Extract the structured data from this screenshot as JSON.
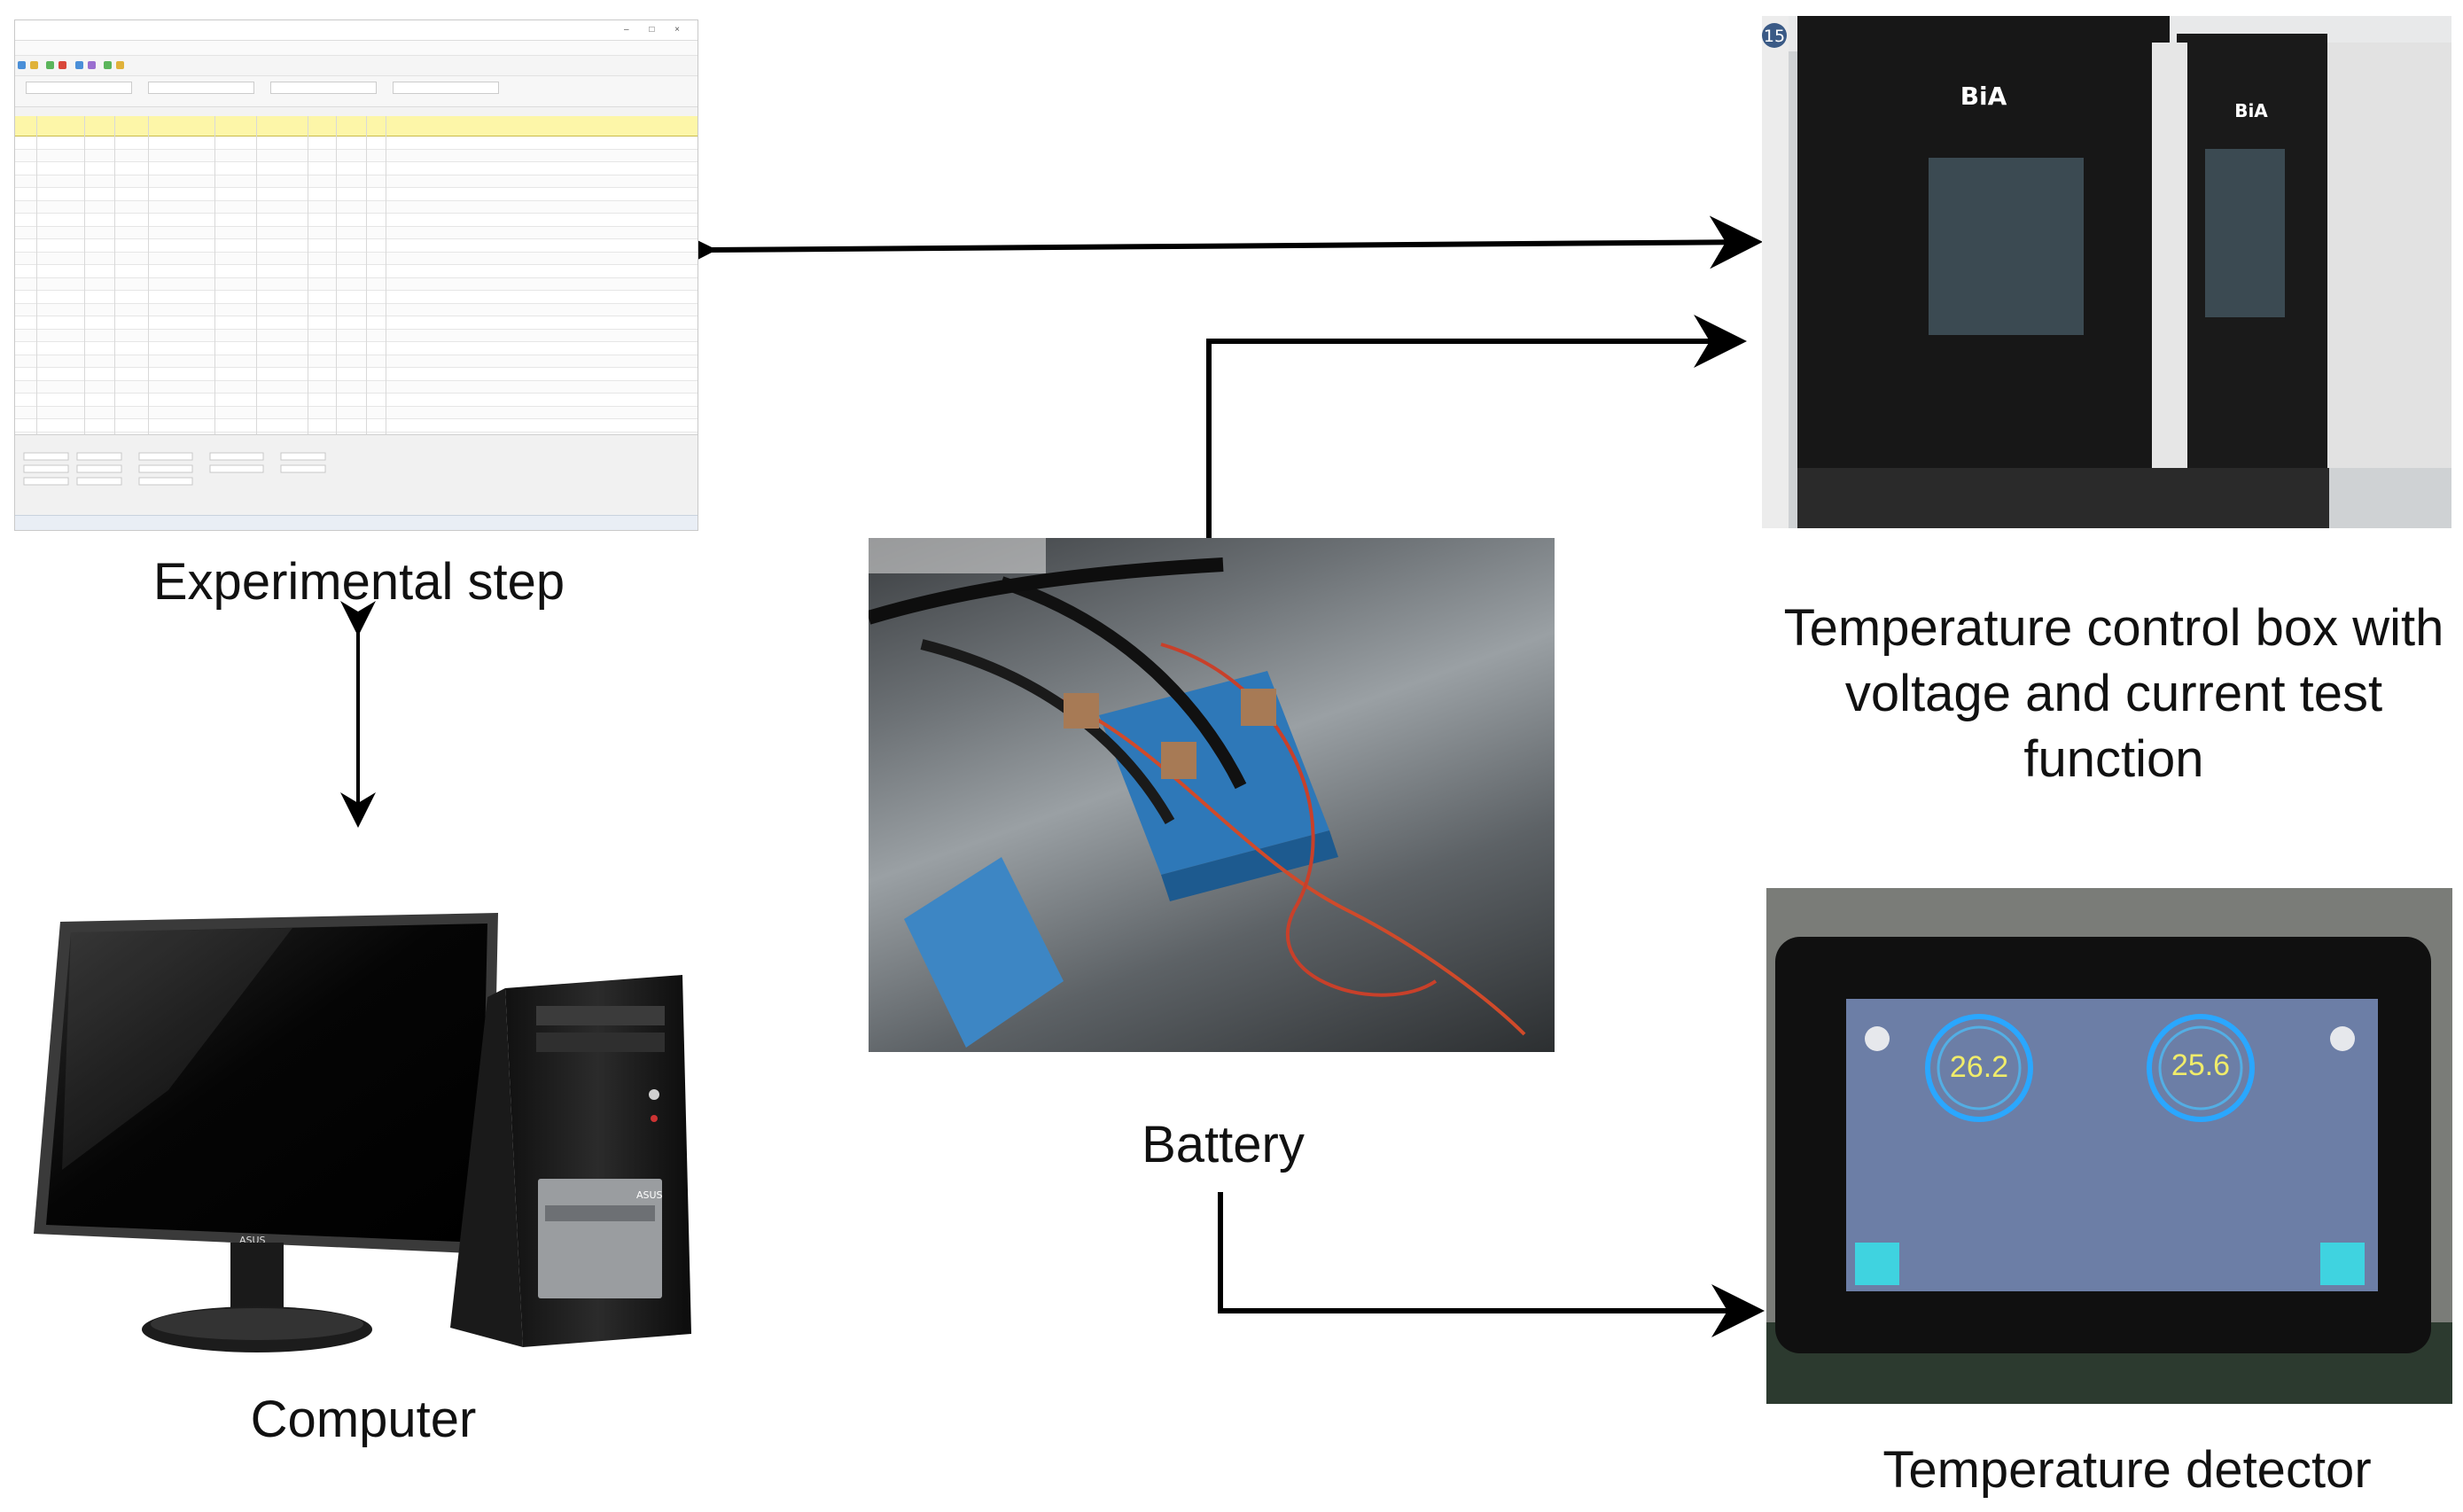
{
  "labels": {
    "experimental_step": "Experimental step",
    "computer": "Computer",
    "battery": "Battery",
    "temperature_control_box": "Temperature control box with voltage and current test function",
    "temperature_detector": "Temperature detector"
  },
  "detector_readings": {
    "left": "26.2",
    "right": "25.6"
  },
  "chamber_badge": "15",
  "chamber_brand": "BiA",
  "computer_brand": "ASUS"
}
